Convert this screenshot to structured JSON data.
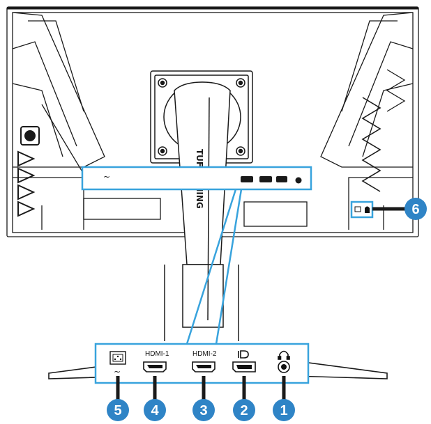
{
  "diagram": {
    "brand_text": "TUF GAMING",
    "port_labels": {
      "power": "~",
      "hdmi1": "HDMI-1",
      "hdmi2": "HDMI-2"
    },
    "callouts": [
      {
        "id": "1",
        "label": "1",
        "port": "headphone"
      },
      {
        "id": "2",
        "label": "2",
        "port": "displayport"
      },
      {
        "id": "3",
        "label": "3",
        "port": "hdmi2"
      },
      {
        "id": "4",
        "label": "4",
        "port": "hdmi1"
      },
      {
        "id": "5",
        "label": "5",
        "port": "power"
      },
      {
        "id": "6",
        "label": "6",
        "port": "kensington-lock"
      }
    ],
    "colors": {
      "callout_fill": "#2f84c6",
      "leader_line": "#38a3dd",
      "outline": "#1a1a1a"
    },
    "icons": {
      "displayport": "displayport-icon",
      "headphone": "headphone-icon",
      "power": "power-socket-icon",
      "lock": "lock-icon"
    }
  }
}
